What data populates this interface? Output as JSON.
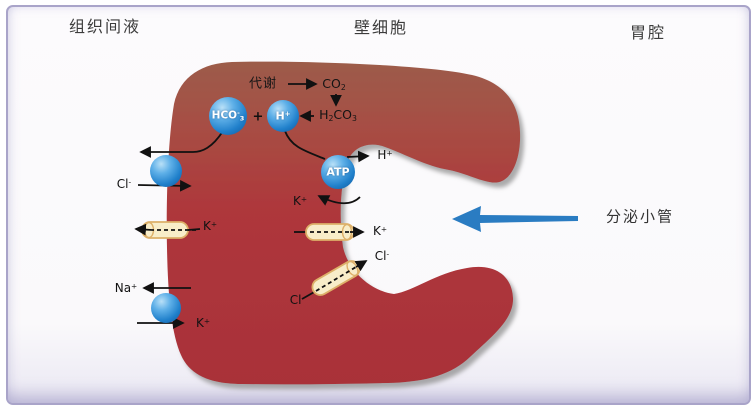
{
  "figure": {
    "regions": {
      "interstitial_fluid": "组织间液",
      "parietal_cell": "壁细胞",
      "gastric_lumen": "胃腔"
    },
    "canaliculus": "分泌小管",
    "metabolism": "代谢",
    "plus": "+",
    "molecules": {
      "co2": {
        "base": "CO",
        "sub": "2"
      },
      "h2co3": {
        "b1": "H",
        "s1": "2",
        "b2": "CO",
        "s2": "3"
      },
      "hco3": {
        "base": "HCO",
        "sup": "-",
        "sub": "3"
      },
      "h": {
        "base": "H",
        "sup": "+"
      },
      "k": {
        "base": "K",
        "sup": "+"
      },
      "na": {
        "base": "Na",
        "sup": "+"
      },
      "cl": {
        "base": "Cl",
        "sup": "-"
      },
      "atp": "ATP"
    },
    "colors": {
      "cell_top": "#9c5c4a",
      "cell_bottom": "#a93139",
      "ion_sphere_blue": "#2080cb",
      "channel_fill": "#f8edc9",
      "channel_border": "#ddb069",
      "pointer_arrow_blue": "#2a7cc2",
      "frame_border": "#a9a4c9",
      "membrane_shadow": "#9c9c9c"
    }
  }
}
